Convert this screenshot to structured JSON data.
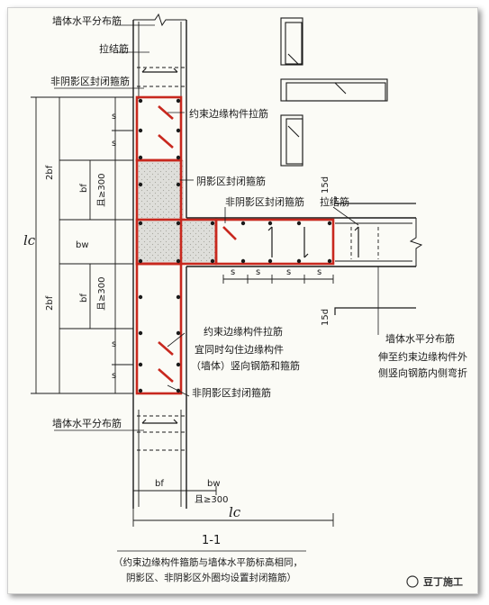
{
  "labels": {
    "wall_horiz_top": "墙体水平分布筋",
    "tie_bar_top": "拉结筋",
    "non_shadow_stirrup_top": "非阴影区封闭箍筋",
    "constraint_tie": "约束边缘构件拉筋",
    "shadow_stirrup": "阴影区封闭箍筋",
    "non_shadow_stirrup_mid": "非阴影区封闭箍筋",
    "tie_bar_right": "拉结筋",
    "constraint_tie_2": "约束边缘构件拉筋",
    "tie_note_1": "宜同时勾住边缘构件",
    "tie_note_2": "（墙体）竖向钢筋和箍筋",
    "non_shadow_stirrup_bottom": "非阴影区封闭箍筋",
    "wall_horiz_right": "墙体水平分布筋",
    "extend_note_1": "伸至约束边缘构件外",
    "extend_note_2": "侧竖向钢筋内侧弯折",
    "wall_horiz_bottom": "墙体水平分布筋"
  },
  "dims": {
    "lc": "lc",
    "bw": "bw",
    "bf": "bf",
    "two_bf": "2bf",
    "ge300": "且≥300",
    "s": "s",
    "fifteen_d": "15d"
  },
  "section": {
    "title": "1-1",
    "caption_1": "（约束边缘构件箍筋与墙体水平筋标高相同，",
    "caption_2": "阴影区、非阴影区外圈均设置封闭箍筋）"
  },
  "watermark": "豆丁施工",
  "colors": {
    "rebar_red": "#c8281e",
    "shadow_fill": "#dcdcd4",
    "line": "#1a1a1a",
    "frame_bg": "#fbfbf6"
  }
}
